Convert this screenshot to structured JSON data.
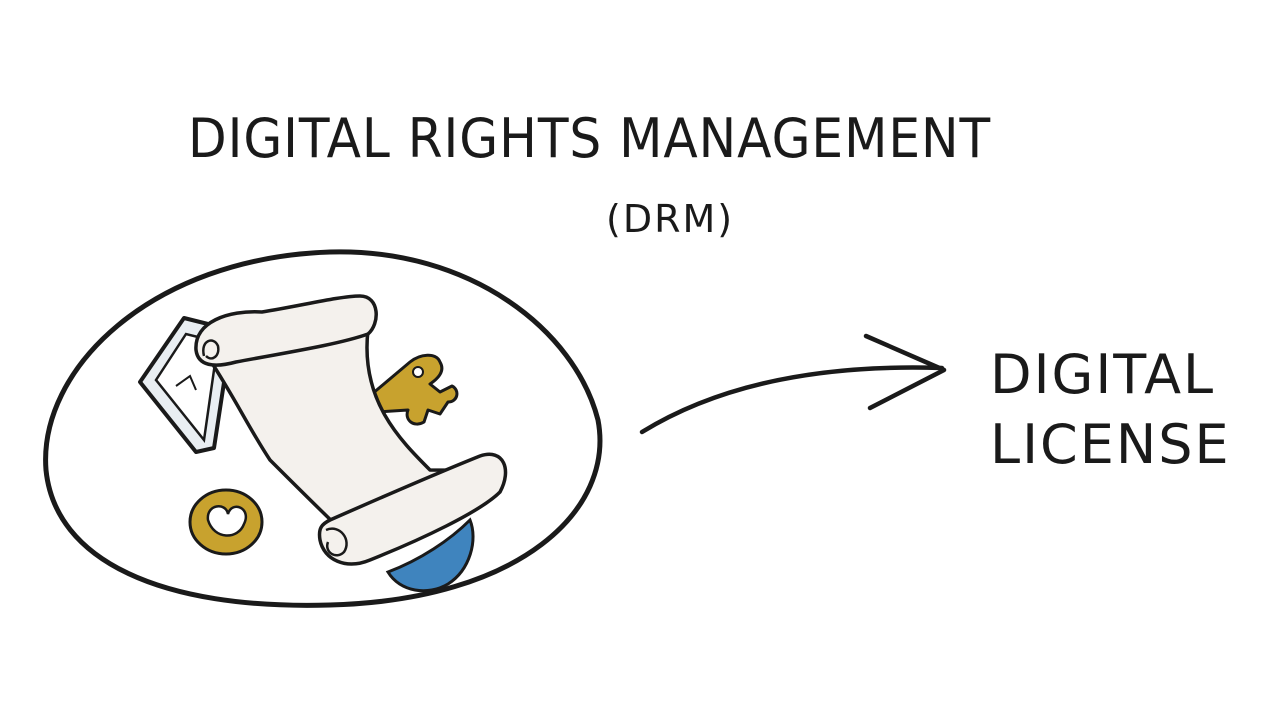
{
  "title": "DIGITAL RIGHTS MANAGEMENT",
  "subtitle": "(DRM)",
  "result": {
    "line1": "DIGITAL",
    "line2": "LICENSE"
  },
  "icons": [
    "document-frame-icon",
    "scroll-icon",
    "key-icon",
    "blue-leaf-icon",
    "arrow-right-icon"
  ],
  "colors": {
    "ink": "#1a1a1a",
    "scroll": "#f4f1ed",
    "key_gold": "#c8a22e",
    "leaf_blue": "#3f84be",
    "background": "#ffffff"
  }
}
